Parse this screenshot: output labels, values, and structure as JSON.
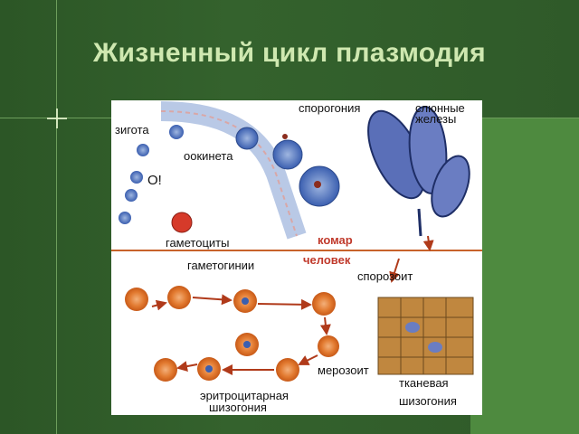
{
  "title": "Жизненный цикл плазмодия",
  "labels": {
    "sporogony": "спорогония",
    "salivary_1": "слюнные",
    "salivary_2": "железы",
    "zygote": "зигота",
    "ookinete": "оокинета",
    "o_mark": "О!",
    "gametocytes": "гаметоциты",
    "mosquito": "комар",
    "human": "человек",
    "gametogony": "гаметогинии",
    "sporozoite": "спорозоит",
    "merozoite": "мерозоит",
    "erythro_1": "эритроцитарная",
    "erythro_2": "шизогония",
    "tissue_1": "тканевая",
    "tissue_2": "шизогония"
  },
  "colors": {
    "background": "#2f5a2a",
    "title": "#cfe8b0",
    "divider": "#c8622a",
    "host_label": "#c0392b",
    "erythrocyte": "#e0702a",
    "parasite": "#3b5fb0"
  }
}
